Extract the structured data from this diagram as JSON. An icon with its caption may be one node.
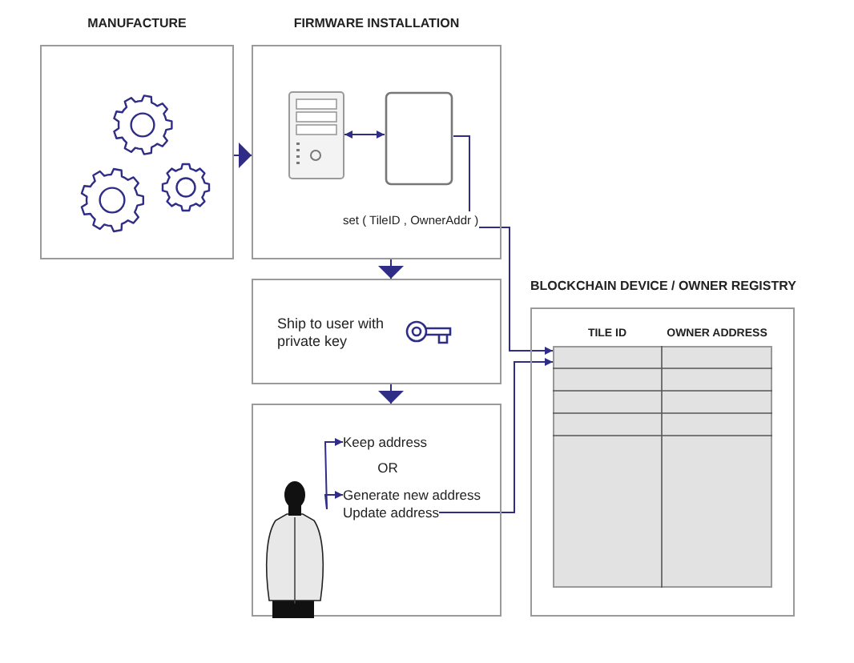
{
  "diagram": {
    "nodes": [
      {
        "text": [
          "MANUFACTURE"
        ]
      },
      {
        "text": [
          "FIRMWARE INSTALLATION"
        ]
      },
      {
        "text": [],
        "shape": "server",
        "in": 1
      },
      {
        "text": [],
        "shape": "box",
        "in": 1
      },
      {
        "text": [
          "Ship to user with private key"
        ]
      },
      {
        "text": [],
        "shape": "box"
      },
      {
        "text": [],
        "shape": "person",
        "in": 5
      },
      {
        "text": [
          "Keep address"
        ],
        "in": 5
      },
      {
        "text": [
          "Generate new address"
        ],
        "in": 5
      },
      {
        "text": [
          "Update address"
        ],
        "in": 5
      },
      {
        "text": [
          "BLOCKCHAIN DEVICE / OWNER REGISTRY"
        ]
      },
      {
        "text": [],
        "shape": "table",
        "in": 10
      }
    ],
    "edges": [
      {
        "from": 0,
        "to": 1,
        "arrow": "to"
      },
      {
        "from": 2,
        "to": 3,
        "arrow": "both"
      },
      {
        "from": 3,
        "to": 11,
        "arrow": "to",
        "label": "set ( TileID , OwnerAddr )"
      },
      {
        "from": 1,
        "to": 4,
        "arrow": "to"
      },
      {
        "from": 4,
        "to": 5,
        "arrow": "to"
      },
      {
        "from": 6,
        "to": 7,
        "arrow": "to"
      },
      {
        "from": 6,
        "to": 8,
        "arrow": "to"
      },
      {
        "from": 9,
        "to": 11,
        "arrow": "to"
      }
    ],
    "labels": [
      "OR",
      "TILE ID",
      "OWNER ADDRESS"
    ]
  }
}
